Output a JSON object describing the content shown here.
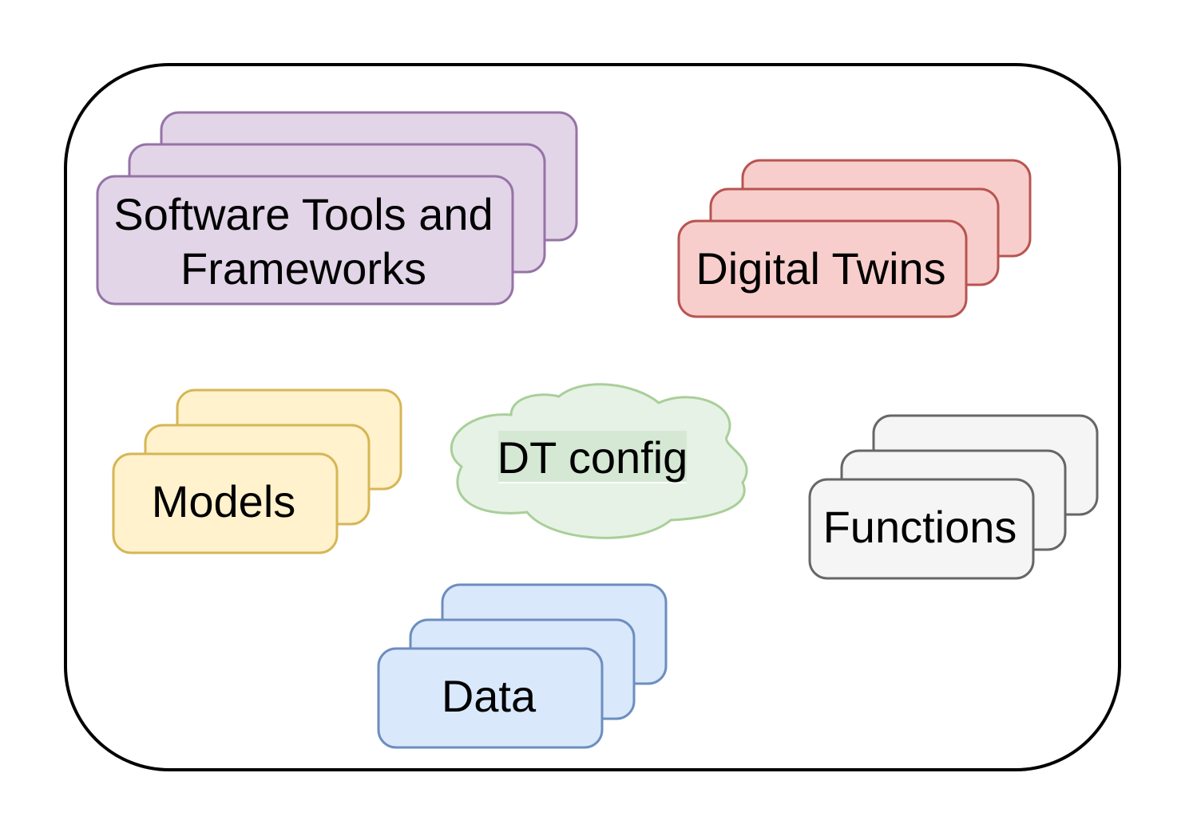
{
  "diagram": {
    "groups": [
      {
        "id": "software",
        "lines": [
          "Software Tools and",
          "Frameworks"
        ],
        "fill": "#e1d5e7",
        "stroke": "#9673a6"
      },
      {
        "id": "digital-twins",
        "lines": [
          "Digital Twins"
        ],
        "fill": "#f8cecc",
        "stroke": "#b85450"
      },
      {
        "id": "models",
        "lines": [
          "Models"
        ],
        "fill": "#fff2cc",
        "stroke": "#d6b656"
      },
      {
        "id": "functions",
        "lines": [
          "Functions"
        ],
        "fill": "#f5f5f5",
        "stroke": "#666666",
        "text_color": "#333333"
      },
      {
        "id": "data",
        "lines": [
          "Data"
        ],
        "fill": "#dae8fc",
        "stroke": "#6c8ebf"
      }
    ],
    "center": {
      "label": "DT config",
      "fill": "#e6f2e6",
      "stroke": "#a9cf98",
      "highlight": "#d5e8d4"
    },
    "container": {
      "stroke": "#000000"
    }
  }
}
